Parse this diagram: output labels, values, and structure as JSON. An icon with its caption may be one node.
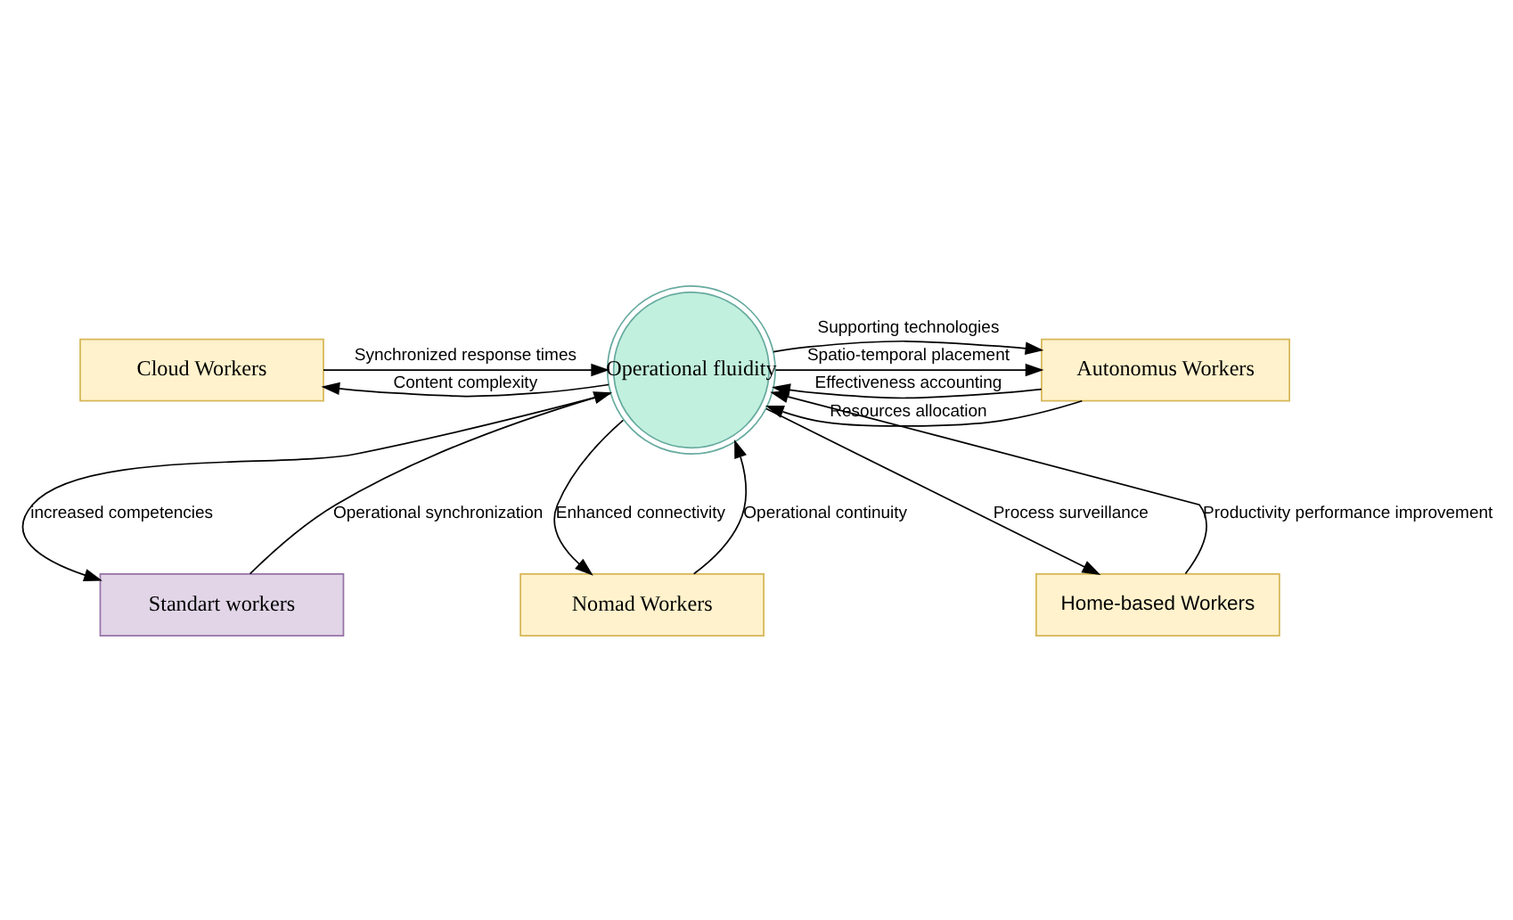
{
  "diagram": {
    "nodes": [
      {
        "text": [
          "Home-based Workers"
        ]
      },
      {
        "text": [
          "Cloud Workers"
        ]
      },
      {
        "text": [
          "Operational fluidity"
        ]
      },
      {
        "text": [
          "Autonomus Workers"
        ]
      },
      {
        "text": [
          "Standart workers"
        ]
      },
      {
        "text": [
          "Nomad Workers"
        ]
      }
    ],
    "edges": [
      {
        "from": 0,
        "to": 2,
        "arrow": "to",
        "label": "Productivity performance improvement"
      },
      {
        "from": 2,
        "to": 0,
        "arrow": "to",
        "label": "Process surveillance"
      },
      {
        "from": 3,
        "to": 2,
        "arrow": "to",
        "label": "Effectiveness accounting"
      },
      {
        "from": 3,
        "to": 2,
        "arrow": "to",
        "label": "Resources allocation"
      },
      {
        "from": 2,
        "to": 3,
        "arrow": "to",
        "label": "Supporting technologies"
      },
      {
        "from": 2,
        "to": 3,
        "arrow": "to",
        "label": "Spatio-temporal placement"
      },
      {
        "from": 2,
        "to": 1,
        "arrow": "to",
        "label": "Content complexity"
      },
      {
        "from": 1,
        "to": 2,
        "arrow": "to",
        "label": "Synchronized response times"
      },
      {
        "from": 2,
        "to": 4,
        "arrow": "to",
        "label": "increased competencies"
      },
      {
        "from": 4,
        "to": 2,
        "arrow": "to",
        "label": "Operational synchronization"
      },
      {
        "from": 5,
        "to": 2,
        "arrow": "to",
        "label": "Operational continuity"
      },
      {
        "from": 2,
        "to": 5,
        "arrow": "to",
        "label": "Enhanced connectivity"
      }
    ]
  }
}
